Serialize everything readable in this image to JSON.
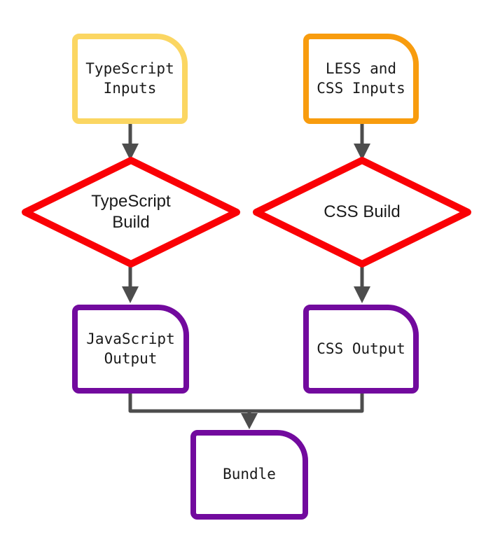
{
  "diagram": {
    "type": "flowchart",
    "nodes": {
      "ts_inputs": {
        "shape": "rounded-box",
        "label": "TypeScript\nInputs"
      },
      "less_inputs": {
        "shape": "rounded-box",
        "label": "LESS and\nCSS Inputs"
      },
      "ts_build": {
        "shape": "diamond",
        "label": "TypeScript\nBuild"
      },
      "css_build": {
        "shape": "diamond",
        "label": "CSS Build"
      },
      "js_output": {
        "shape": "rounded-box",
        "label": "JavaScript\nOutput"
      },
      "css_output": {
        "shape": "rounded-box",
        "label": "CSS Output"
      },
      "bundle": {
        "shape": "rounded-box",
        "label": "Bundle"
      }
    },
    "edges": [
      {
        "from": "ts_inputs",
        "to": "ts_build"
      },
      {
        "from": "less_inputs",
        "to": "css_build"
      },
      {
        "from": "ts_build",
        "to": "js_output"
      },
      {
        "from": "css_build",
        "to": "css_output"
      },
      {
        "from": "js_output",
        "to": "bundle"
      },
      {
        "from": "css_output",
        "to": "bundle"
      }
    ],
    "colors": {
      "input_yellow": "#FBD662",
      "input_orange": "#F89C0E",
      "build_red": "#FA0005",
      "output_purple": "#720A9E",
      "connector_gray": "#4D4D4D",
      "text": "#1A1A1A",
      "background": "#FFFFFF"
    }
  }
}
